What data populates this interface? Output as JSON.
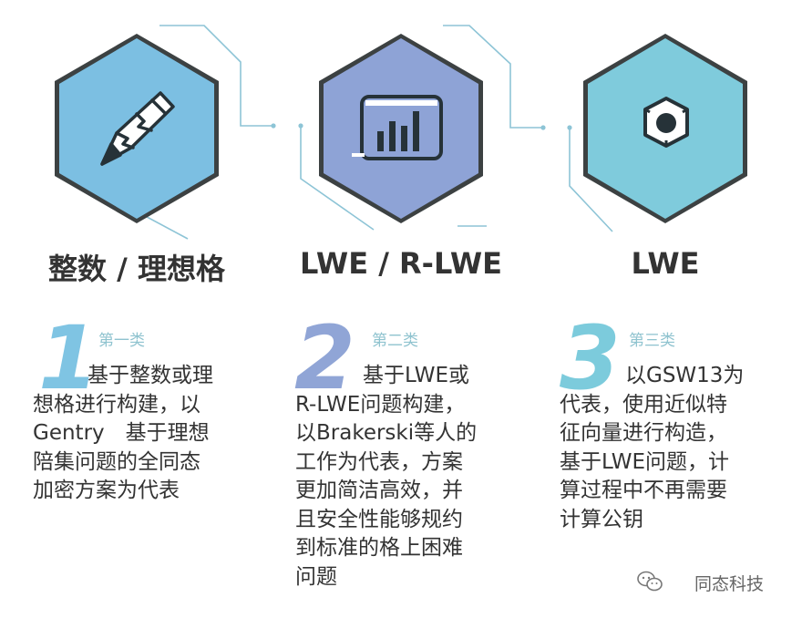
{
  "colors": {
    "hex1": "#7cbfe2",
    "hex2": "#8ea3d6",
    "hex3": "#7fcbdc",
    "number1": "#7fc4e3",
    "number2": "#90a5d6",
    "number3": "#7ccbdc",
    "accent_line": "#8dc4d6",
    "text": "#333333"
  },
  "columns": [
    {
      "icon": "pencil-icon",
      "title": "整数 / 理想格",
      "number": "1",
      "subtitle": "第一类",
      "lines": [
        "基于整数或理",
        "想格进行构建，以",
        "Gentry　基于理想",
        "陪集问题的全同态",
        "加密方案为代表"
      ]
    },
    {
      "icon": "bar-chart-icon",
      "title": "LWE / R-LWE",
      "number": "2",
      "subtitle": "第二类",
      "lines": [
        "基于LWE或",
        "R-LWE问题构建，",
        "以Brakerski等人的",
        "工作为代表，方案",
        "更加简洁高效，并",
        "且安全性能够规约",
        "到标准的格上困难",
        "问题"
      ]
    },
    {
      "icon": "cube-icon",
      "title": "LWE",
      "number": "3",
      "subtitle": "第三类",
      "lines": [
        "以GSW13为",
        "代表，使用近似特",
        "征向量进行构造，",
        "基于LWE问题，计",
        "算过程中不再需要",
        "计算公钥"
      ]
    }
  ],
  "brand": {
    "icon": "wechat-icon",
    "name": "同态科技"
  }
}
